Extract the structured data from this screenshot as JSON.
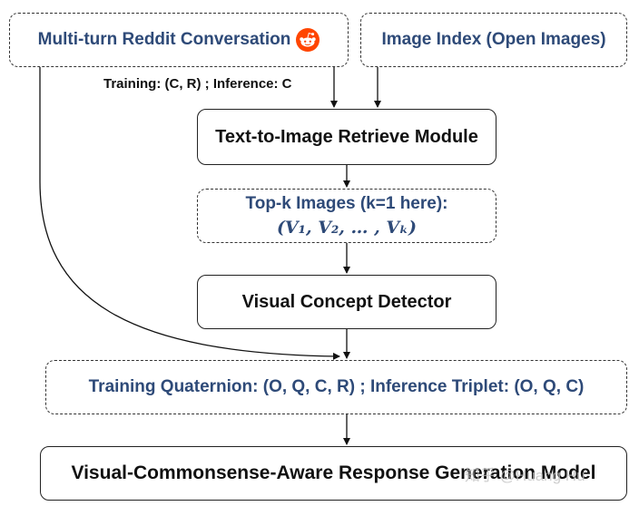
{
  "boxes": {
    "conversation": "Multi-turn Reddit Conversation",
    "image_index": "Image Index (Open Images)",
    "retrieve": "Text-to-Image Retrieve Module",
    "topk_title": "Top-k Images (k=1 here):",
    "topk_math": "(V₁, V₂, … , Vₖ)",
    "detector": "Visual Concept Detector",
    "quaternion": "Training Quaternion: (O, Q, C, R) ; Inference Triplet: (O, Q, C)",
    "generation": "Visual-Commonsense-Aware Response Generation Model"
  },
  "labels": {
    "training_inference": "Training: (C, R) ; Inference: C"
  },
  "watermark": "知乎 @Huang Hu",
  "icons": {
    "reddit": "reddit-logo-icon"
  },
  "colors": {
    "text_blue": "#2e4a78",
    "reddit_orange": "#ff4500"
  }
}
